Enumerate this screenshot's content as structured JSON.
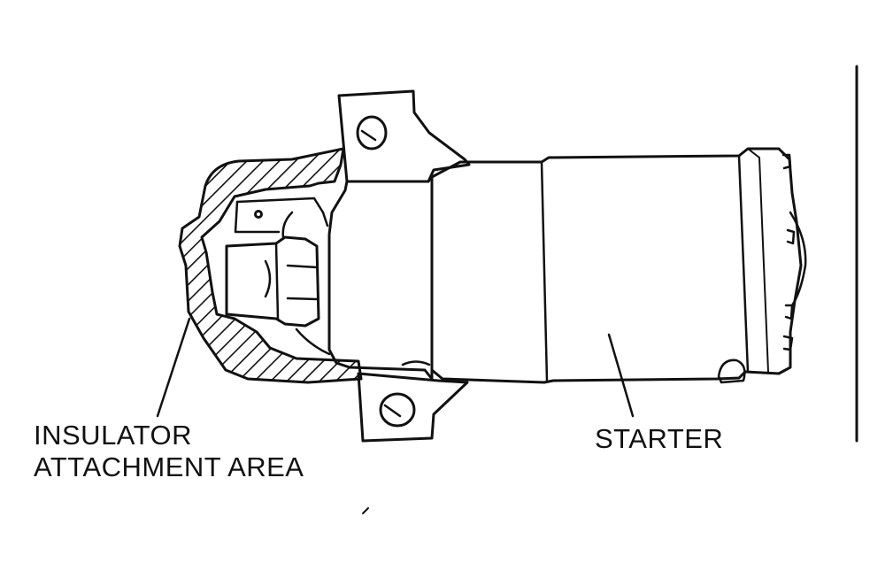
{
  "labels": {
    "insulator_line1": "INSULATOR",
    "insulator_line2": "ATTACHMENT AREA",
    "starter": "STARTER"
  },
  "colors": {
    "ink": "#111111",
    "background": "#ffffff"
  },
  "icons": [
    "starter-motor-drawing",
    "insulator-hatched-area",
    "mounting-bolt-hole"
  ]
}
